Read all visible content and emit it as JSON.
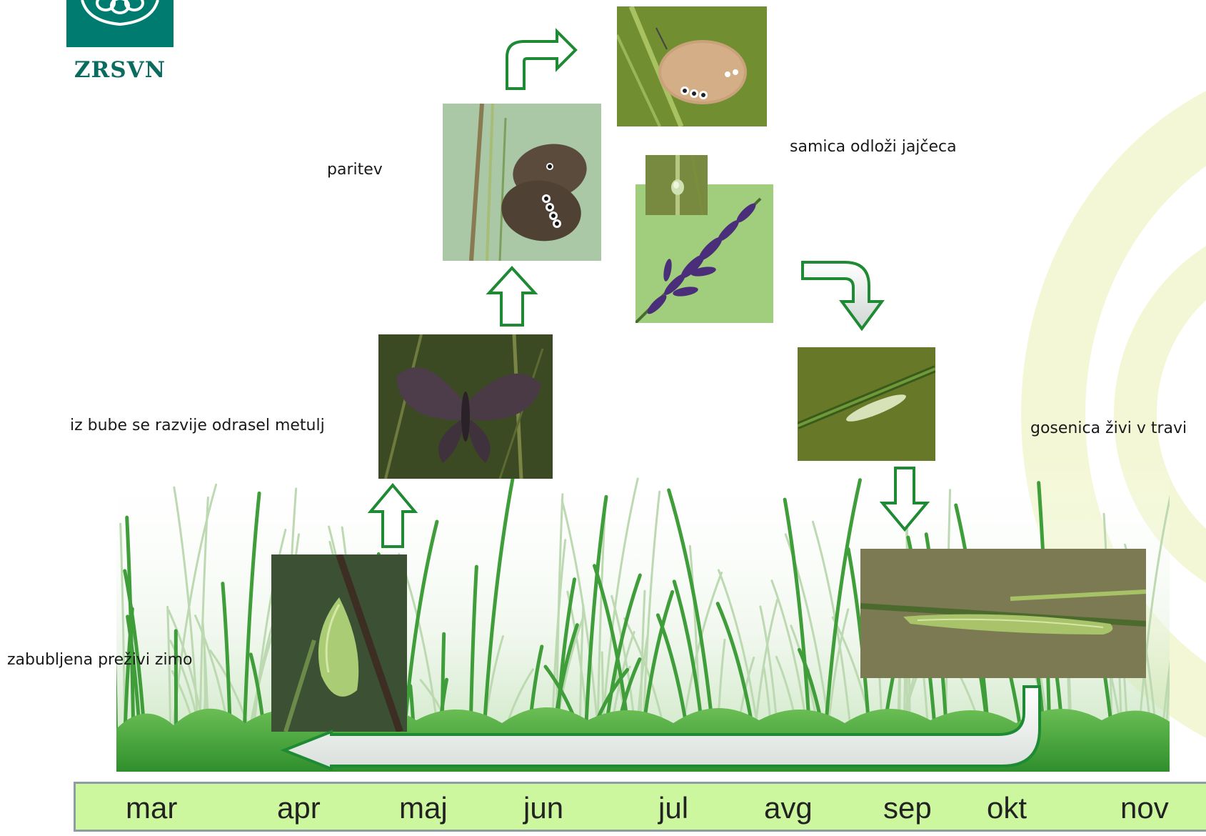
{
  "logo": {
    "text": "ZRSVN"
  },
  "stages": {
    "mating": "paritev",
    "egg_laying": "samica odloži jajčeca",
    "adult_emergence": "iz bube se razvije odrasel metulj",
    "larva": "gosenica živi v travi",
    "pupa": "zabubljena preživi zimo"
  },
  "timeline": {
    "months": [
      "mar",
      "apr",
      "maj",
      "jun",
      "jul",
      "avg",
      "sep",
      "okt",
      "nov"
    ]
  },
  "colors": {
    "arrow_stroke": "#1e8a34",
    "timeline_fill": "#ccf79e",
    "logo_fill": "#007b70",
    "grass": "#3fa83a"
  }
}
